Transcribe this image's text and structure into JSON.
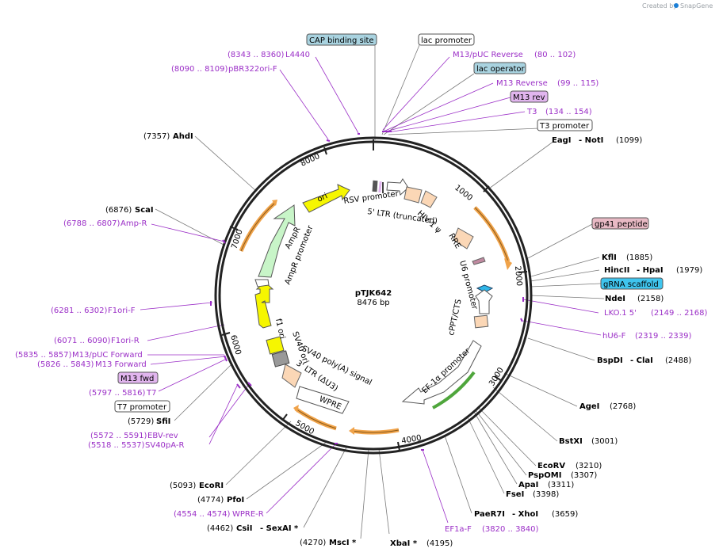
{
  "header": {
    "created_by": "Created by",
    "brand": "SnapGene"
  },
  "plasmid": {
    "name": "pTJK642",
    "size": "8476 bp"
  },
  "ticks": [
    "1000",
    "2000",
    "3000",
    "4000",
    "5000",
    "6000",
    "7000",
    "8000"
  ],
  "colors": {
    "primer": "#9b2fc7",
    "enzyme": "#000000",
    "orange": "#f0a34a",
    "green": "#2e9d2e",
    "line": "#7a7a7a"
  },
  "features_ring": [
    {
      "text": "RSV promoter"
    },
    {
      "text": "5' LTR (truncated)"
    },
    {
      "text": "HIV-1 ψ"
    },
    {
      "text": "RRE"
    },
    {
      "text": "U6 promoter"
    },
    {
      "text": "cPPT/CTS"
    },
    {
      "text": "EF-1α promoter"
    },
    {
      "text": "WPRE"
    },
    {
      "text": "3' LTR (ΔU3)"
    },
    {
      "text": "SV40 poly(A) signal"
    },
    {
      "text": "SV40 ori"
    },
    {
      "text": "f1 ori"
    },
    {
      "text": "AmpR promoter"
    },
    {
      "text": "AmpR"
    },
    {
      "text": "ori"
    }
  ],
  "boxed_labels": [
    {
      "text": "CAP binding site",
      "fill": "#a9d3e0"
    },
    {
      "text": "lac promoter",
      "fill": "#ffffff"
    },
    {
      "text": "lac operator",
      "fill": "#a9d3e0"
    },
    {
      "text": "M13 rev",
      "fill": "#e1b5ee"
    },
    {
      "text": "T3 promoter",
      "fill": "#ffffff"
    },
    {
      "text": "gp41 peptide",
      "fill": "#e8b9c4"
    },
    {
      "text": "gRNA scaffold",
      "fill": "#3fc5ee"
    },
    {
      "text": "M13 fwd",
      "fill": "#e1b5ee"
    },
    {
      "text": "T7 promoter",
      "fill": "#ffffff"
    }
  ],
  "primers": [
    {
      "name": "L4440",
      "range": "(8343 .. 8360)"
    },
    {
      "name": "pBR322ori-F",
      "range": "(8090 .. 8109)"
    },
    {
      "name": "M13/pUC Reverse",
      "range": "(80 .. 102)"
    },
    {
      "name": "M13 Reverse",
      "range": "(99 .. 115)"
    },
    {
      "name": "T3",
      "range": "(134 .. 154)"
    },
    {
      "name": "LKO.1 5'",
      "range": "(2149 .. 2168)"
    },
    {
      "name": "hU6-F",
      "range": "(2319 .. 2339)"
    },
    {
      "name": "EF1a-F",
      "range": "(3820 .. 3840)"
    },
    {
      "name": "WPRE-R",
      "range": "(4554 .. 4574)"
    },
    {
      "name": "SV40pA-R",
      "range": "(5518 .. 5537)"
    },
    {
      "name": "EBV-rev",
      "range": "(5572 .. 5591)"
    },
    {
      "name": "T7",
      "range": "(5797 .. 5816)"
    },
    {
      "name": "M13 Forward",
      "range": "(5826 .. 5843)"
    },
    {
      "name": "M13/pUC Forward",
      "range": "(5835 .. 5857)"
    },
    {
      "name": "F1ori-R",
      "range": "(6071 .. 6090)"
    },
    {
      "name": "F1ori-F",
      "range": "(6281 .. 6302)"
    },
    {
      "name": "Amp-R",
      "range": "(6788 .. 6807)"
    }
  ],
  "enzymes": [
    {
      "name": "EagI",
      "name2": "NotI",
      "pos": "(1099)"
    },
    {
      "name": "KflI",
      "pos": "(1885)"
    },
    {
      "name": "HincII",
      "name2": "HpaI",
      "pos": "(1979)"
    },
    {
      "name": "NdeI",
      "pos": "(2158)"
    },
    {
      "name": "BspDI",
      "name2": "ClaI",
      "pos": "(2488)"
    },
    {
      "name": "AgeI",
      "pos": "(2768)"
    },
    {
      "name": "BstXI",
      "pos": "(3001)"
    },
    {
      "name": "EcoRV",
      "pos": "(3210)"
    },
    {
      "name": "PspOMI",
      "pos": "(3307)"
    },
    {
      "name": "ApaI",
      "pos": "(3311)"
    },
    {
      "name": "FseI",
      "pos": "(3398)"
    },
    {
      "name": "PaeR7I",
      "name2": "XhoI",
      "pos": "(3659)"
    },
    {
      "name": "XbaI *",
      "pos": "(4195)"
    },
    {
      "name": "MscI *",
      "pos": "(4270)"
    },
    {
      "name": "CsiI",
      "name2": "SexAI *",
      "pos": "(4462)"
    },
    {
      "name": "PfoI",
      "pos": "(4774)"
    },
    {
      "name": "EcoRI",
      "pos": "(5093)"
    },
    {
      "name": "SfiI",
      "pos": "(5729)"
    },
    {
      "name": "ScaI",
      "pos": "(6876)"
    },
    {
      "name": "AhdI",
      "pos": "(7357)"
    }
  ]
}
